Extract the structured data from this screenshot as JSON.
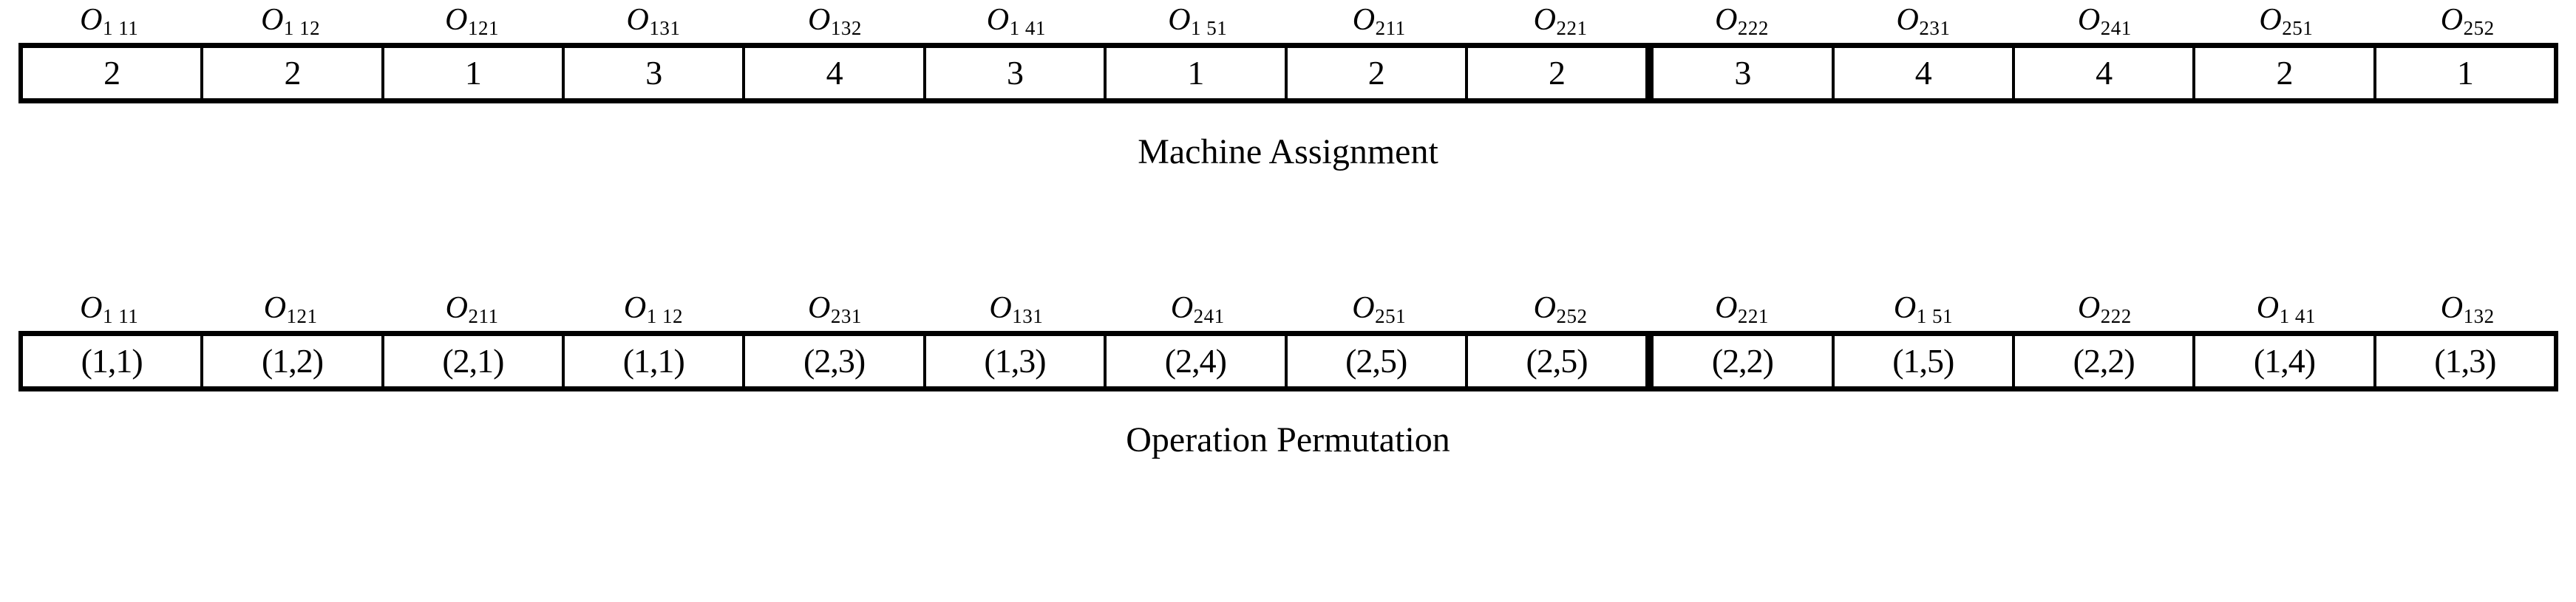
{
  "figure": {
    "blocks": [
      {
        "id": "machine-assignment",
        "caption": "Machine Assignment",
        "labels": [
          {
            "symbol": "O",
            "sub": "1 11"
          },
          {
            "symbol": "O",
            "sub": "1 12"
          },
          {
            "symbol": "O",
            "sub": "121"
          },
          {
            "symbol": "O",
            "sub": "131"
          },
          {
            "symbol": "O",
            "sub": "132"
          },
          {
            "symbol": "O",
            "sub": "1 41"
          },
          {
            "symbol": "O",
            "sub": "1 51"
          },
          {
            "symbol": "O",
            "sub": "211"
          },
          {
            "symbol": "O",
            "sub": "221"
          },
          {
            "symbol": "O",
            "sub": "222"
          },
          {
            "symbol": "O",
            "sub": "231"
          },
          {
            "symbol": "O",
            "sub": "241"
          },
          {
            "symbol": "O",
            "sub": "251"
          },
          {
            "symbol": "O",
            "sub": "252"
          }
        ],
        "values": [
          "2",
          "2",
          "1",
          "3",
          "4",
          "3",
          "1",
          "2",
          "2",
          "3",
          "4",
          "4",
          "2",
          "1"
        ],
        "group_break_index": 9
      },
      {
        "id": "operation-permutation",
        "caption": "Operation Permutation",
        "labels": [
          {
            "symbol": "O",
            "sub": "1 11"
          },
          {
            "symbol": "O",
            "sub": "121"
          },
          {
            "symbol": "O",
            "sub": "211"
          },
          {
            "symbol": "O",
            "sub": "1 12"
          },
          {
            "symbol": "O",
            "sub": "231"
          },
          {
            "symbol": "O",
            "sub": "131"
          },
          {
            "symbol": "O",
            "sub": "241"
          },
          {
            "symbol": "O",
            "sub": "251"
          },
          {
            "symbol": "O",
            "sub": "252"
          },
          {
            "symbol": "O",
            "sub": "221"
          },
          {
            "symbol": "O",
            "sub": "1 51"
          },
          {
            "symbol": "O",
            "sub": "222"
          },
          {
            "symbol": "O",
            "sub": "1 41"
          },
          {
            "symbol": "O",
            "sub": "132"
          }
        ],
        "values": [
          "(1,1)",
          "(1,2)",
          "(2,1)",
          "(1,1)",
          "(2,3)",
          "(1,3)",
          "(2,4)",
          "(2,5)",
          "(2,5)",
          "(2,2)",
          "(1,5)",
          "(2,2)",
          "(1,4)",
          "(1,3)"
        ],
        "group_break_index": 9
      }
    ],
    "colors": {
      "background": "#ffffff",
      "ink": "#000000"
    }
  }
}
